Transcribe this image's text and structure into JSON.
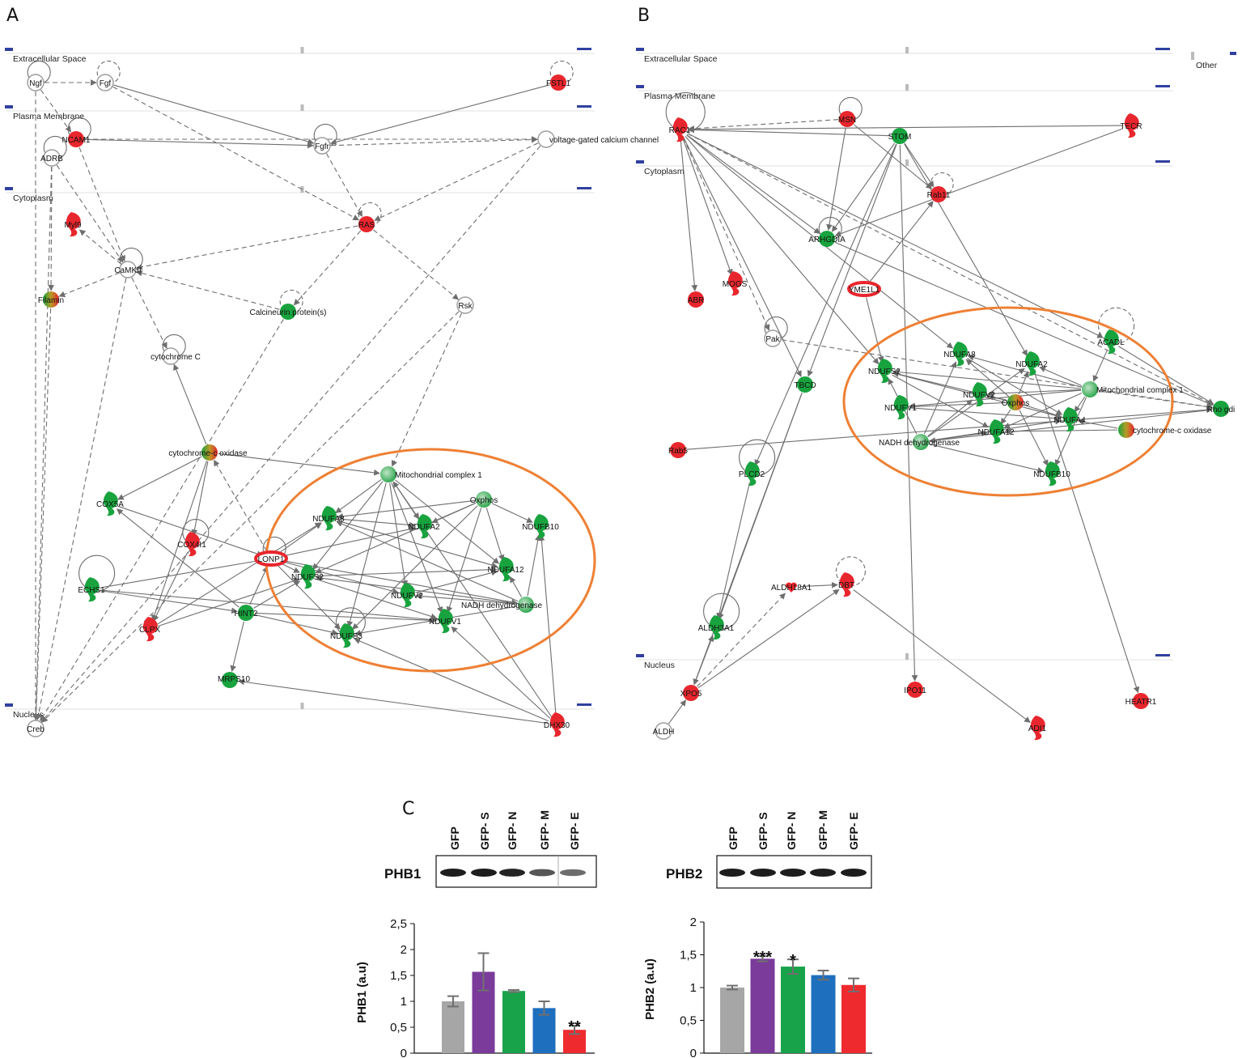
{
  "panels": {
    "a": "A",
    "b": "B",
    "c": "C"
  },
  "colors": {
    "up": "#e8262d",
    "down": "#18a33e",
    "edge": "#6e6e6e",
    "highlight": "#ee8034",
    "marker": "#3040a0"
  },
  "network_a": {
    "compartments": [
      "Extracellular Space",
      "Plasma Membrane",
      "Cytoplasm",
      "Nucleus"
    ],
    "nodes": [
      {
        "id": "ngf",
        "label": "Ngf",
        "shape": "circle",
        "color": "white"
      },
      {
        "id": "fgf",
        "label": "Fgf",
        "shape": "circle",
        "color": "white"
      },
      {
        "id": "fstl1",
        "label": "FSTL1",
        "shape": "circle",
        "color": "red"
      },
      {
        "id": "ncam1",
        "label": "NCAM1",
        "shape": "circle",
        "color": "red"
      },
      {
        "id": "adrb",
        "label": "ADRB",
        "shape": "circle",
        "color": "white"
      },
      {
        "id": "fgfr",
        "label": "Fgfr",
        "shape": "circle",
        "color": "white"
      },
      {
        "id": "vgcc",
        "label": "voltage-gated calcium channel",
        "shape": "circle",
        "color": "white"
      },
      {
        "id": "myl9",
        "label": "Myl9",
        "shape": "crescent",
        "color": "red"
      },
      {
        "id": "ras",
        "label": "RAS",
        "shape": "circle",
        "color": "red"
      },
      {
        "id": "camkii",
        "label": "CaMKII",
        "shape": "circle",
        "color": "white"
      },
      {
        "id": "filamin",
        "label": "Filamin",
        "shape": "circle",
        "color": "mixed"
      },
      {
        "id": "calcineurin",
        "label": "Calcineurin protein(s)",
        "shape": "circle",
        "color": "green"
      },
      {
        "id": "rsk",
        "label": "Rsk",
        "shape": "circle",
        "color": "white"
      },
      {
        "id": "cytc",
        "label": "cytochrome C",
        "shape": "circle",
        "color": "white"
      },
      {
        "id": "cox",
        "label": "cytochrome-c oxidase",
        "shape": "circle",
        "color": "mixed"
      },
      {
        "id": "mc1",
        "label": "Mitochondrial complex 1",
        "shape": "circle",
        "color": "lightgreen"
      },
      {
        "id": "cox5a",
        "label": "COX5A",
        "shape": "crescent",
        "color": "green"
      },
      {
        "id": "oxphos",
        "label": "Oxphos",
        "shape": "circle",
        "color": "lightgreen"
      },
      {
        "id": "ndufa8",
        "label": "NDUFA8",
        "shape": "crescent",
        "color": "green"
      },
      {
        "id": "ndufa2",
        "label": "NDUFA2",
        "shape": "crescent",
        "color": "green"
      },
      {
        "id": "ndufb10",
        "label": "NDUFB10",
        "shape": "crescent",
        "color": "green"
      },
      {
        "id": "cox4i1",
        "label": "COX4I1",
        "shape": "crescent",
        "color": "red"
      },
      {
        "id": "lonp1",
        "label": "LONP1",
        "shape": "ellipse",
        "color": "red"
      },
      {
        "id": "ndufa12",
        "label": "NDUFA12",
        "shape": "crescent",
        "color": "green"
      },
      {
        "id": "ndufs2",
        "label": "NDUFS2",
        "shape": "crescent",
        "color": "green"
      },
      {
        "id": "echs1",
        "label": "ECHS1",
        "shape": "crescent",
        "color": "green"
      },
      {
        "id": "ndufv2",
        "label": "NDUFV2",
        "shape": "crescent",
        "color": "green"
      },
      {
        "id": "nadh",
        "label": "NADH dehydrogenase",
        "shape": "circle",
        "color": "lightgreen"
      },
      {
        "id": "hint2",
        "label": "HINT2",
        "shape": "circle",
        "color": "green"
      },
      {
        "id": "clpx",
        "label": "CLPX",
        "shape": "crescent",
        "color": "red"
      },
      {
        "id": "ndufv1",
        "label": "NDUFV1",
        "shape": "crescent",
        "color": "green"
      },
      {
        "id": "ndufs3",
        "label": "NDUFS3",
        "shape": "crescent",
        "color": "green"
      },
      {
        "id": "mrps10",
        "label": "MRPS10",
        "shape": "circle",
        "color": "green"
      },
      {
        "id": "creb",
        "label": "Creb",
        "shape": "circle",
        "color": "white"
      },
      {
        "id": "dhx30",
        "label": "DHX30",
        "shape": "crescent",
        "color": "red"
      }
    ]
  },
  "network_b": {
    "compartments": [
      "Extracellular Space",
      "Other",
      "Plasma Membrane",
      "Cytoplasm",
      "Nucleus"
    ],
    "nodes": [
      {
        "id": "rac1",
        "label": "RAC1",
        "shape": "crescent",
        "color": "red"
      },
      {
        "id": "msn",
        "label": "MSN",
        "shape": "circle",
        "color": "red"
      },
      {
        "id": "stom",
        "label": "STOM",
        "shape": "circle",
        "color": "green"
      },
      {
        "id": "tecr",
        "label": "TECR",
        "shape": "crescent",
        "color": "red"
      },
      {
        "id": "rab11",
        "label": "Rab11",
        "shape": "circle",
        "color": "red"
      },
      {
        "id": "arhgdia",
        "label": "ARHGDIA",
        "shape": "circle",
        "color": "green"
      },
      {
        "id": "abr",
        "label": "ABR",
        "shape": "circle",
        "color": "red"
      },
      {
        "id": "mogs",
        "label": "MOGS",
        "shape": "crescent",
        "color": "red"
      },
      {
        "id": "yme1l1",
        "label": "YME1L1",
        "shape": "ellipse",
        "color": "red"
      },
      {
        "id": "acadl",
        "label": "ACADL",
        "shape": "crescent",
        "color": "green"
      },
      {
        "id": "pak",
        "label": "Pak",
        "shape": "circle",
        "color": "white"
      },
      {
        "id": "ndufa8",
        "label": "NDUFA8",
        "shape": "crescent",
        "color": "green"
      },
      {
        "id": "ndufs2",
        "label": "NDUFS2",
        "shape": "crescent",
        "color": "green"
      },
      {
        "id": "ndufa2",
        "label": "NDUFA2",
        "shape": "crescent",
        "color": "green"
      },
      {
        "id": "tbcd",
        "label": "TBCD",
        "shape": "circle",
        "color": "green"
      },
      {
        "id": "ndufv2",
        "label": "NDUFV2",
        "shape": "crescent",
        "color": "green"
      },
      {
        "id": "oxphos",
        "label": "Oxphos",
        "shape": "circle",
        "color": "mixed"
      },
      {
        "id": "mc1",
        "label": "Mitochondrial complex 1",
        "shape": "circle",
        "color": "lightgreen"
      },
      {
        "id": "rhogdi",
        "label": "Rho gdi",
        "shape": "circle",
        "color": "green"
      },
      {
        "id": "ndufv1",
        "label": "NDUFV1",
        "shape": "crescent",
        "color": "green"
      },
      {
        "id": "ndufa4",
        "label": "NDUFA4",
        "shape": "crescent",
        "color": "green"
      },
      {
        "id": "cox",
        "label": "cytochrome-c oxidase",
        "shape": "circle",
        "color": "mixed"
      },
      {
        "id": "ndufa12",
        "label": "NDUFA12",
        "shape": "crescent",
        "color": "green"
      },
      {
        "id": "nadh",
        "label": "NADH dehydrogenase",
        "shape": "circle",
        "color": "lightgreen"
      },
      {
        "id": "rab5",
        "label": "Rab5",
        "shape": "circle",
        "color": "red"
      },
      {
        "id": "plcd2",
        "label": "PLCD2",
        "shape": "crescent",
        "color": "green"
      },
      {
        "id": "ndufb10",
        "label": "NDUFB10",
        "shape": "crescent",
        "color": "green"
      },
      {
        "id": "aldh18a1",
        "label": "ALDH18A1",
        "shape": "heart",
        "color": "red"
      },
      {
        "id": "dbt",
        "label": "DBT",
        "shape": "crescent",
        "color": "red"
      },
      {
        "id": "aldh3a1",
        "label": "ALDH3A1",
        "shape": "crescent",
        "color": "green"
      },
      {
        "id": "xpo5",
        "label": "XPO5",
        "shape": "circle",
        "color": "red"
      },
      {
        "id": "ipo11",
        "label": "IPO11",
        "shape": "circle",
        "color": "red"
      },
      {
        "id": "heatr1",
        "label": "HEATR1",
        "shape": "circle",
        "color": "red"
      },
      {
        "id": "aldh",
        "label": "ALDH",
        "shape": "circle",
        "color": "white"
      },
      {
        "id": "adi1",
        "label": "ADI1",
        "shape": "crescent",
        "color": "red"
      }
    ]
  },
  "blots": [
    {
      "protein": "PHB1",
      "lanes": [
        "GFP",
        "GFP- S",
        "GFP- N",
        "GFP- M",
        "GFP- E"
      ],
      "band_intensity": [
        1.0,
        1.0,
        0.95,
        0.6,
        0.45
      ]
    },
    {
      "protein": "PHB2",
      "lanes": [
        "GFP",
        "GFP- S",
        "GFP- N",
        "GFP- M",
        "GFP- E"
      ],
      "band_intensity": [
        1.0,
        1.0,
        1.0,
        1.0,
        1.0
      ]
    }
  ],
  "chart_data": [
    {
      "type": "bar",
      "categories": [
        "GFP",
        "GFP- S",
        "GFP- N",
        "GFP- M",
        "GFP- E"
      ],
      "values": [
        1.0,
        1.57,
        1.2,
        0.87,
        0.45
      ],
      "errors": [
        0.1,
        0.36,
        0.02,
        0.13,
        0.08
      ],
      "significance": [
        "",
        "",
        "",
        "",
        "**"
      ],
      "colors": [
        "#a6a6a6",
        "#7a3b9b",
        "#18a34a",
        "#1f6fbf",
        "#ee2a2f"
      ],
      "ylabel": "PHB1 (a.u)",
      "ylim": [
        0,
        2.5
      ],
      "yticks": [
        "0",
        "0,5",
        "1",
        "1,5",
        "2",
        "2,5"
      ]
    },
    {
      "type": "bar",
      "categories": [
        "GFP",
        "GFP- S",
        "GFP- N",
        "GFP- M",
        "GFP- E"
      ],
      "values": [
        1.0,
        1.44,
        1.32,
        1.19,
        1.04
      ],
      "errors": [
        0.03,
        0.04,
        0.11,
        0.07,
        0.1
      ],
      "significance": [
        "",
        "***",
        "*",
        "",
        ""
      ],
      "colors": [
        "#a6a6a6",
        "#7a3b9b",
        "#18a34a",
        "#1f6fbf",
        "#ee2a2f"
      ],
      "ylabel": "PHB2 (a.u)",
      "ylim": [
        0,
        2
      ],
      "yticks": [
        "0",
        "0,5",
        "1",
        "1,5",
        "2"
      ]
    }
  ]
}
